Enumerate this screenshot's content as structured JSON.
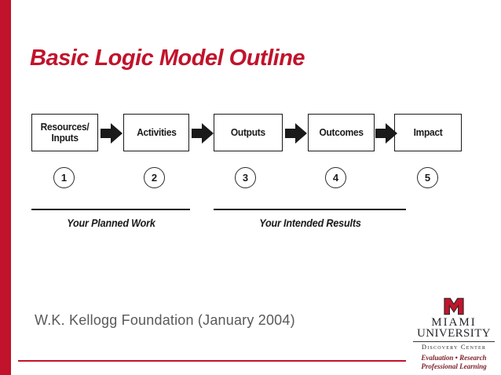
{
  "slide": {
    "title": "Basic Logic Model Outline",
    "citation": "W.K. Kellogg Foundation (January 2004)"
  },
  "diagram": {
    "boxes": [
      {
        "number": "1",
        "lines": [
          "Resources/",
          "Inputs"
        ]
      },
      {
        "number": "2",
        "lines": [
          "Activities"
        ]
      },
      {
        "number": "3",
        "lines": [
          "Outputs"
        ]
      },
      {
        "number": "4",
        "lines": [
          "Outcomes"
        ]
      },
      {
        "number": "5",
        "lines": [
          "Impact"
        ]
      }
    ],
    "group_labels": [
      "Your Planned Work",
      "Your Intended Results"
    ]
  },
  "logo": {
    "institution_line1": "MIAMI",
    "institution_line2": "UNIVERSITY",
    "center_name": "Discovery Center",
    "tagline_line1": "Evaluation • Research",
    "tagline_line2": "Professional Learning"
  },
  "colors": {
    "brand_red": "#C1132B",
    "monogram_red": "#C3142D",
    "diagram_ink": "#1A1A1A",
    "citation_gray": "#58595B",
    "logo_ink": "#25282A",
    "tagline_maroon": "#7C2128"
  }
}
